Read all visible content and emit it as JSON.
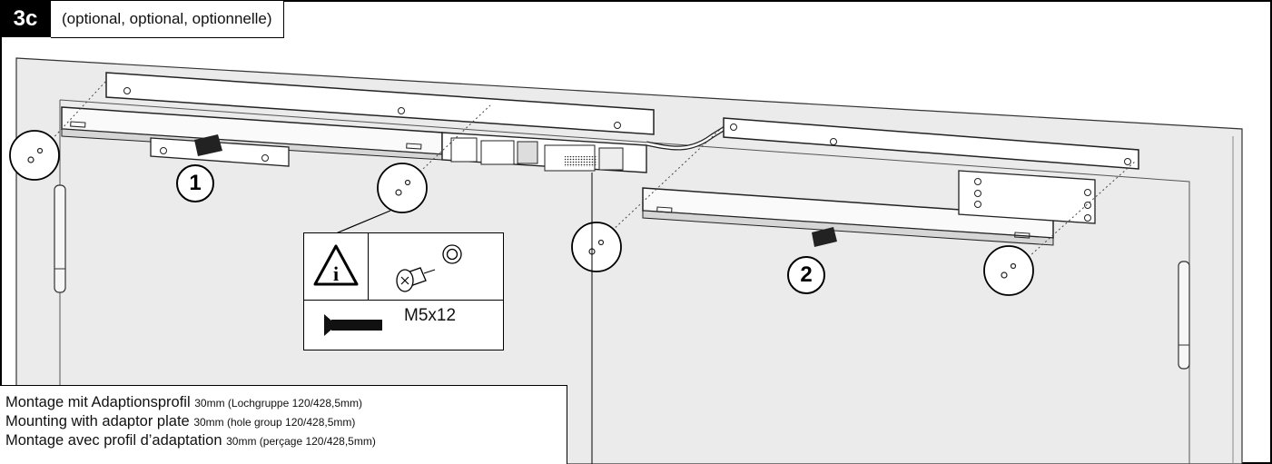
{
  "step": {
    "id": "3c",
    "note": "(optional, optional, optionnelle)"
  },
  "callouts": [
    {
      "number": "1"
    },
    {
      "number": "2"
    }
  ],
  "info_box": {
    "screw_spec": "M5x12",
    "icons": [
      "warning-info-icon",
      "screw-with-washer-icon",
      "countersunk-screw-icon"
    ]
  },
  "caption": {
    "lines": [
      {
        "main": "Montage mit Adaptionsprofil",
        "detail": "30mm (Lochgruppe 120/428,5mm)"
      },
      {
        "main": "Mounting with adaptor plate",
        "detail": "30mm (hole group 120/428,5mm)"
      },
      {
        "main": "Montage avec profil d’adaptation",
        "detail": "30mm (perçage 120/428,5mm)"
      }
    ]
  }
}
